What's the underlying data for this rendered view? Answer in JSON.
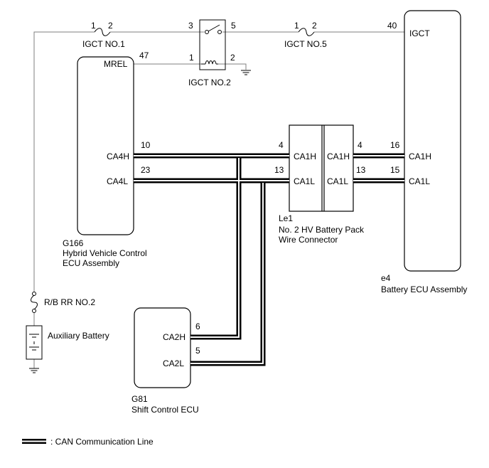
{
  "components": {
    "igct_no1": {
      "label": "IGCT NO.1",
      "pin1": "1",
      "pin2": "2"
    },
    "igct_no2": {
      "label": "IGCT NO.2",
      "pin3": "3",
      "pin5": "5",
      "pin1": "1",
      "pin2": "2"
    },
    "igct_no5": {
      "label": "IGCT NO.5",
      "pin1": "1",
      "pin2": "2"
    },
    "rb_rr_no2": {
      "label": "R/B RR NO.2"
    },
    "aux_battery": {
      "label": "Auxiliary Battery"
    },
    "hv_ecu": {
      "code": "G166",
      "name_line1": "Hybrid Vehicle Control",
      "name_line2": "ECU Assembly",
      "mrel": "MREL",
      "mrel_pin": "47",
      "ca4h": "CA4H",
      "ca4h_pin": "10",
      "ca4l": "CA4L",
      "ca4l_pin": "23"
    },
    "connector": {
      "code": "Le1",
      "name_line1": "No. 2 HV Battery Pack",
      "name_line2": "Wire Connector",
      "left_h": "CA1H",
      "left_l": "CA1L",
      "right_h": "CA1H",
      "right_l": "CA1L",
      "left_h_pin": "4",
      "left_l_pin": "13",
      "right_h_pin": "4",
      "right_l_pin": "13"
    },
    "battery_ecu": {
      "code": "e4",
      "name": "Battery ECU Assembly",
      "igct": "IGCT",
      "igct_pin": "40",
      "ca1h": "CA1H",
      "ca1h_pin": "16",
      "ca1l": "CA1L",
      "ca1l_pin": "15"
    },
    "shift_ecu": {
      "code": "G81",
      "name": "Shift Control ECU",
      "ca2h": "CA2H",
      "ca2h_pin": "6",
      "ca2l": "CA2L",
      "ca2l_pin": "5"
    }
  },
  "legend": {
    "label": ": CAN Communication Line"
  }
}
